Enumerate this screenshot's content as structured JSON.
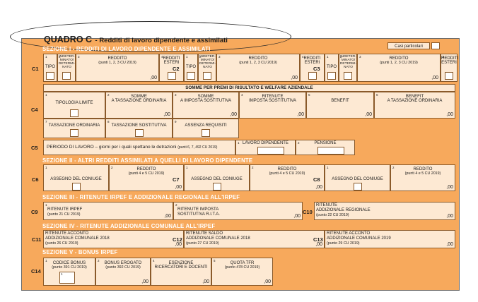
{
  "quadro": {
    "title": "QUADRO C",
    "subtitle": "- Redditi di lavoro dipendente e assimilati"
  },
  "casi_particolari": "Casi particolari",
  "sections": {
    "s1": "SEZIONE I - REDDITI DI LAVORO DIPENDENTE E ASSIMILATI",
    "s2": "SEZIONE II - ALTRI REDDITI ASSIMILATI A QUELLI DI LAVORO DIPENDENTE",
    "s3": "SEZIONE III - RITENUTE IRPEF E ADDIZIONALE REGIONALE ALL'IRPEF",
    "s4": "SEZIONE IV - RITENUTE ADDIZIONALE COMUNALE ALL'IRPEF",
    "s5": "SEZIONE V - BONUS IRPEF"
  },
  "rows": {
    "c1": "C1",
    "c2": "C2",
    "c3": "C3",
    "c4": "C4",
    "c5": "C5",
    "c6": "C6",
    "c7": "C7",
    "c8": "C8",
    "c9": "C9",
    "c10": "C10",
    "c11": "C11",
    "c12": "C12",
    "c13": "C13",
    "c14": "C14"
  },
  "n": {
    "n1": "1",
    "n2": "2",
    "n3": "3",
    "n4": "4",
    "n5": "5",
    "n6": "6",
    "n7": "7",
    "n8": "8",
    "n9": "9"
  },
  "zero": ",00",
  "c1": {
    "tipo": "TIPO",
    "indeter1": "INDETER-",
    "indeter2": "MINATO/",
    "indeter3": "DETERMI-",
    "indeter4": "NATO",
    "reddito": "REDDITO",
    "punti": "(punti 1, 2, 3 CU 2019)",
    "esteri1": "REDDITI",
    "esteri2": "ESTERI"
  },
  "c4": {
    "header": "SOMME PER PREMI DI RISULTATO E WELFARE AZIENDALE",
    "tipologia": "TIPOLOGIA LIMITE",
    "somme1": "SOMME",
    "somme1b": "A TASSAZIONE ORDINARIA",
    "somme2": "SOMME",
    "somme2b": "A IMPOSTA SOSTITUTIVA",
    "ritenute": "RITENUTE",
    "ritenuteb": "IMPOSTA SOSTITUTIVA",
    "benefit": "BENEFIT",
    "benefit2": "BENEFIT",
    "benefit2b": "A TASSAZIONE ORDINARIA",
    "tass_ord": "TASSAZIONE ORDINARIA",
    "tass_sost": "TASSAZIONE SOSTITUTIVA",
    "assenza": "ASSENZA REQUISITI"
  },
  "c5": {
    "periodo": "PERIODO DI LAVORO – giorni per i quali spettano le detrazioni",
    "punti": "(punti 6, 7, 492 CU 2019)",
    "lav_dip": "LAVORO DIPENDENTE",
    "pensione": "PENSIONE"
  },
  "c6": {
    "assegno": "ASSEGNO DEL CONIUGE",
    "reddito": "REDDITO",
    "punti": "(punti 4 e 5 CU 2019)"
  },
  "c9": {
    "irpef": "RITENUTE IRPEF",
    "irpef_p": "(punto 21 CU 2019)",
    "sost": "RITENUTE IMPOSTA",
    "sost2": "SOSTITUTIVA R.I.T.A.",
    "add_reg": "RITENUTE",
    "add_reg2": "ADDIZIONALE REGIONALE",
    "add_reg_p": "(punto 22 CU 2019)"
  },
  "c11": {
    "l1": "RITENUTE ACCONTO",
    "l2": "ADDIZIONALE COMUNALE 2018",
    "l3": "(punto 26 CU 2019)"
  },
  "c12": {
    "l1": "RITENUTE  SALDO",
    "l2": "ADDIZIONALE COMUNALE 2018",
    "l3": "(punto 27 CU 2019)"
  },
  "c13": {
    "l1": "RITENUTE ACCONTO",
    "l2": "ADDIZIONALE COMUNALE 2019",
    "l3": "(punto 29 CU 2019)"
  },
  "c14": {
    "codice": "CODICE BONUS",
    "codice_p": "(punto 391 CU 2019)",
    "erogato": "BONUS EROGATO",
    "erogato_p": "(punto 392 CU 2019)",
    "esenzione": "ESENZIONE",
    "esenzione2": "RICERCATORI E DOCENTI",
    "quota": "QUOTA TFR",
    "quota_p": "(punto 478 CU 2019)"
  },
  "colors": {
    "orange": "#f7a95c",
    "cream": "#fde9d3",
    "border": "#8a5a2a"
  }
}
